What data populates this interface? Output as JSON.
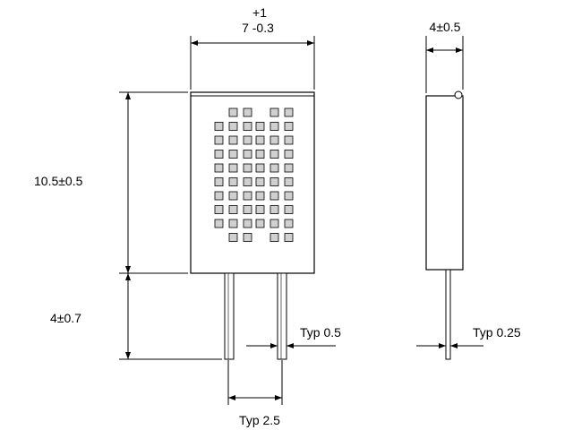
{
  "drawing": {
    "front_view": {
      "width_dimension": {
        "tolerance_upper": "+1",
        "nominal_with_lower": "7 -0.3"
      },
      "body_height_dimension": "10.5±0.5",
      "lead_length_dimension": "4±0.7",
      "lead_width_label": "Typ 0.5",
      "lead_pitch_label": "Typ 2.5",
      "grid_columns": 2,
      "grid_rows_pattern": [
        2,
        3,
        3,
        3,
        3,
        3,
        3,
        3,
        3,
        2
      ]
    },
    "side_view": {
      "thickness_dimension": "4±0.5",
      "lead_thickness_label": "Typ 0.25"
    }
  }
}
